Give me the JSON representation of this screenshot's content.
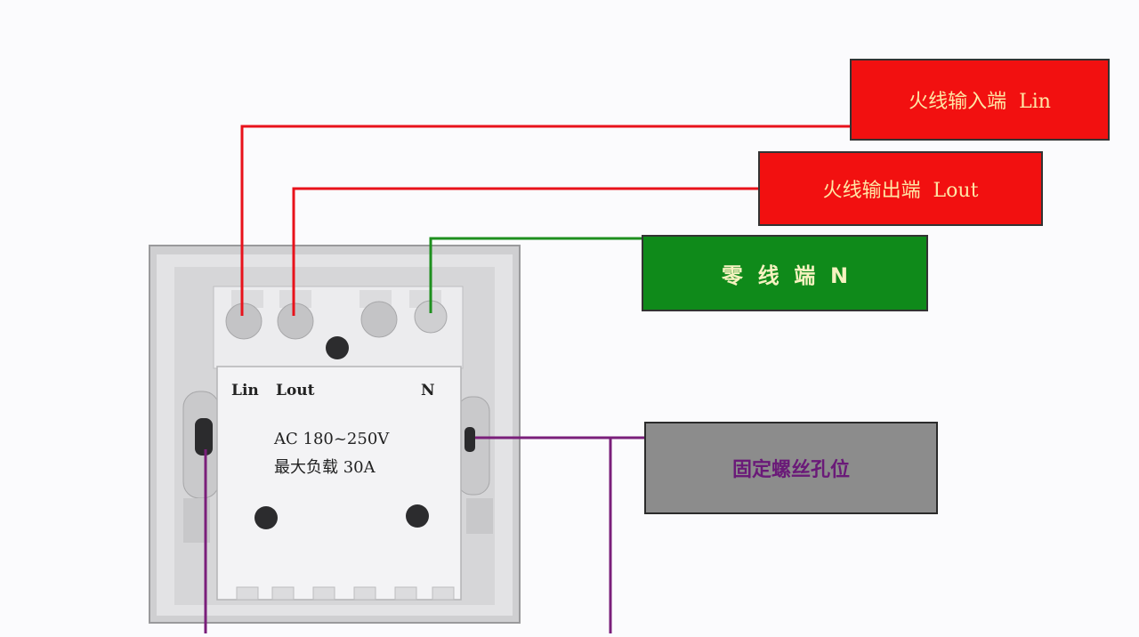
{
  "labels": {
    "lin": "火线输入端  Lin",
    "lout": "火线输出端  Lout",
    "neutral": "零  线  端  N",
    "screw": "固定螺丝孔位"
  },
  "module": {
    "terminal_lin": "Lin",
    "terminal_lout": "Lout",
    "terminal_n": "N",
    "rating_voltage": "AC 180~250V",
    "rating_load": "最大负载 30A"
  },
  "colors": {
    "hot_wire": "#e8121b",
    "neutral_wire": "#1e8f1e",
    "screw_wire": "#7a1f7a"
  }
}
